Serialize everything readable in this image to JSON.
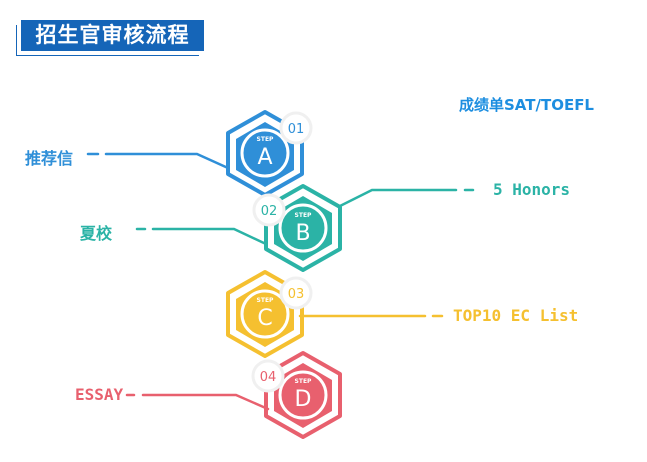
{
  "title": "招生官审核流程",
  "side_note": "成绩单SAT/TOEFL",
  "step_word": "STEP",
  "steps": [
    {
      "num": "01",
      "letter": "A",
      "label": "推荐信",
      "color": "#2f8fd8"
    },
    {
      "num": "02",
      "letter": "B",
      "label": "5 Honors",
      "color": "#2bb3a6"
    },
    {
      "num": "03",
      "letter": "C",
      "label": "TOP10 EC List",
      "color": "#f5c030"
    },
    {
      "num": "04",
      "letter": "D",
      "label": "ESSAY",
      "color": "#e8606e"
    }
  ]
}
